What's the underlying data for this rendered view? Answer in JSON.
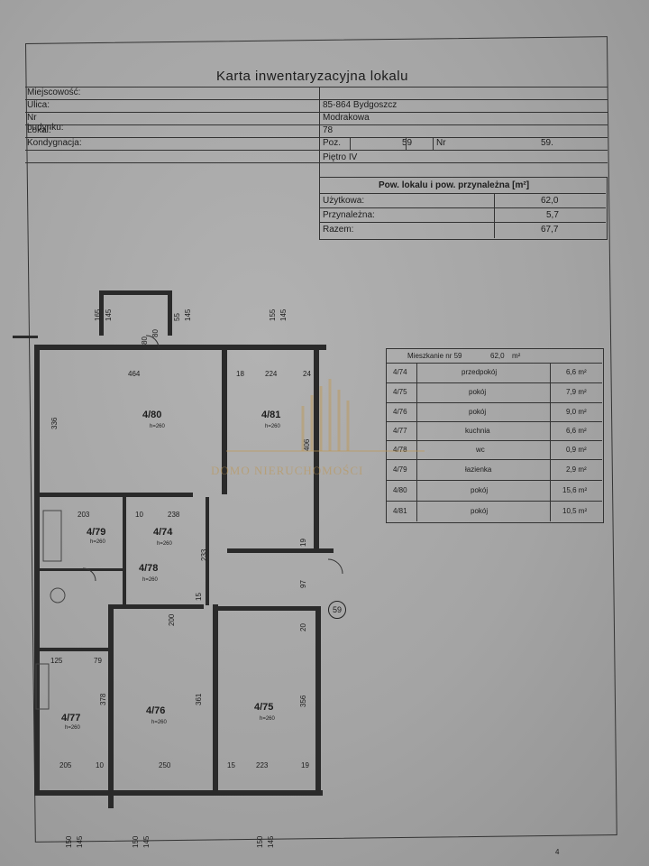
{
  "document": {
    "title": "Karta inwentaryzacyjna lokalu",
    "fields": [
      {
        "label": "Miejscowość:",
        "value": ""
      },
      {
        "label": "Ulica:",
        "value": "85-864 Bydgoszcz"
      },
      {
        "label": "Nr budynku:",
        "value": "Modrakowa"
      },
      {
        "label": "Lokal:",
        "value": "78"
      },
      {
        "label": "Kondygnacja:",
        "value": "Poz."
      }
    ],
    "poz_value": "59",
    "nr_label": "Nr",
    "nr_value": "59.",
    "floor": "Piętro IV",
    "area_table": {
      "header": "Pow. lokalu i pow. przynależna [m²]",
      "rows": [
        {
          "label": "Użytkowa:",
          "value": "62,0"
        },
        {
          "label": "Przynależna:",
          "value": "5,7"
        },
        {
          "label": "Razem:",
          "value": "67,7"
        }
      ]
    },
    "rooms_table": {
      "header_name": "Mieszkanie nr 59",
      "header_area": "62,0",
      "header_unit": "m²",
      "rows": [
        {
          "id": "4/74",
          "name": "przedpokój",
          "area": "6,6 m²"
        },
        {
          "id": "4/75",
          "name": "pokój",
          "area": "7,9 m²"
        },
        {
          "id": "4/76",
          "name": "pokój",
          "area": "9,0 m²"
        },
        {
          "id": "4/77",
          "name": "kuchnia",
          "area": "6,6 m²"
        },
        {
          "id": "4/78",
          "name": "wc",
          "area": "0,9 m²"
        },
        {
          "id": "4/79",
          "name": "łazienka",
          "area": "2,9 m²"
        },
        {
          "id": "4/80",
          "name": "pokój",
          "area": "15,6 m²"
        },
        {
          "id": "4/81",
          "name": "pokój",
          "area": "10,5 m²"
        }
      ]
    },
    "plan": {
      "rooms": [
        {
          "id": "4/80",
          "h": "h=260"
        },
        {
          "id": "4/81",
          "h": "h=260"
        },
        {
          "id": "4/79",
          "h": "h=260"
        },
        {
          "id": "4/74",
          "h": "h=260"
        },
        {
          "id": "4/78",
          "h": "h=260"
        },
        {
          "id": "4/77",
          "h": "h=260"
        },
        {
          "id": "4/76",
          "h": "h=260"
        },
        {
          "id": "4/75",
          "h": "h=260"
        }
      ],
      "dims": [
        "464",
        "18",
        "224",
        "24",
        "336",
        "406",
        "203",
        "10",
        "238",
        "233",
        "15",
        "19",
        "97",
        "80",
        "20",
        "125",
        "79",
        "378",
        "361",
        "356",
        "205",
        "10",
        "250",
        "15",
        "223",
        "19",
        "150",
        "145",
        "150",
        "145",
        "150",
        "145",
        "165",
        "145",
        "80",
        "200",
        "55",
        "145",
        "155",
        "145"
      ],
      "apartment_no": "59"
    },
    "watermark": "DOMO NIERUCHOMOŚCI",
    "page_mark": "4"
  }
}
